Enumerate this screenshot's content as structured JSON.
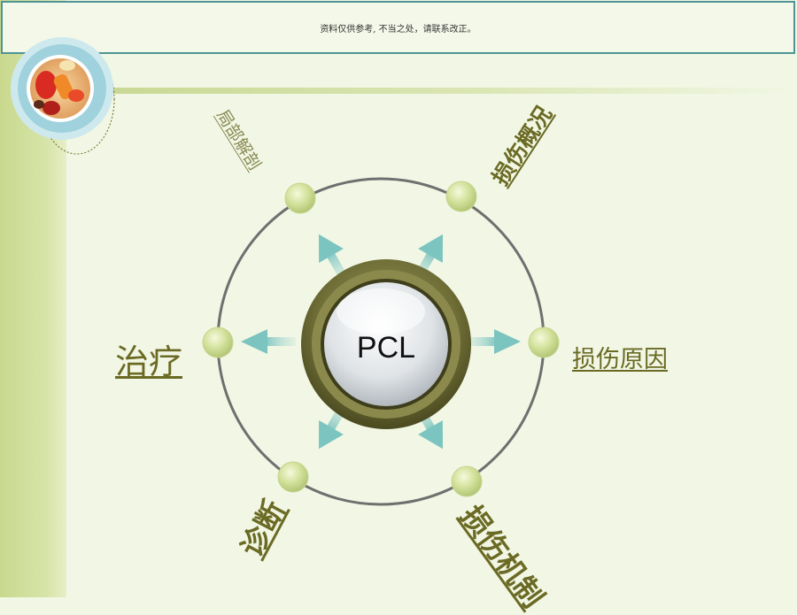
{
  "notice": {
    "text": "资料仅供参考, 不当之处，请联系改正。"
  },
  "diagram": {
    "center": "PCL",
    "labels": {
      "top_left": "局部解剖",
      "top_right": "损伤概况",
      "right": "损伤原因",
      "bottom_right": "损伤机制",
      "bottom_left": "诊断",
      "left": "治疗"
    }
  }
}
